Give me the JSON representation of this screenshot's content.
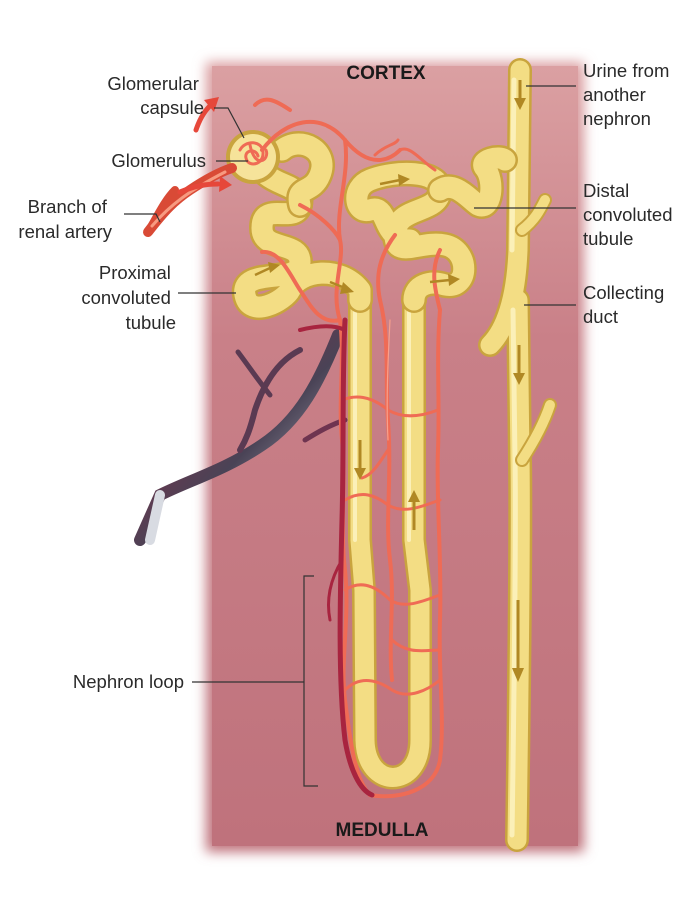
{
  "regions": {
    "top": "CORTEX",
    "bottom": "MEDULLA"
  },
  "labels": {
    "glomerular_capsule": [
      "Glomerular",
      "capsule"
    ],
    "glomerulus": [
      "Glomerulus"
    ],
    "branch_of_renal_artery": [
      "Branch of",
      "renal artery"
    ],
    "proximal_convoluted_tubule": [
      "Proximal",
      "convoluted",
      "tubule"
    ],
    "nephron_loop": [
      "Nephron loop"
    ],
    "urine_from_another_nephron": [
      "Urine from",
      "another",
      "nephron"
    ],
    "distal_convoluted_tubule": [
      "Distal",
      "convoluted",
      "tubule"
    ],
    "collecting_duct": [
      "Collecting",
      "duct"
    ]
  },
  "colors": {
    "background_top": "#c97f86",
    "background_bottom": "#b8707a",
    "tubule": "#e8cd6a",
    "tubule_edge": "#c9a43e",
    "artery": "#ef6b55",
    "vein": "#9b2340",
    "renal_vein_branch": "#4a4356"
  }
}
